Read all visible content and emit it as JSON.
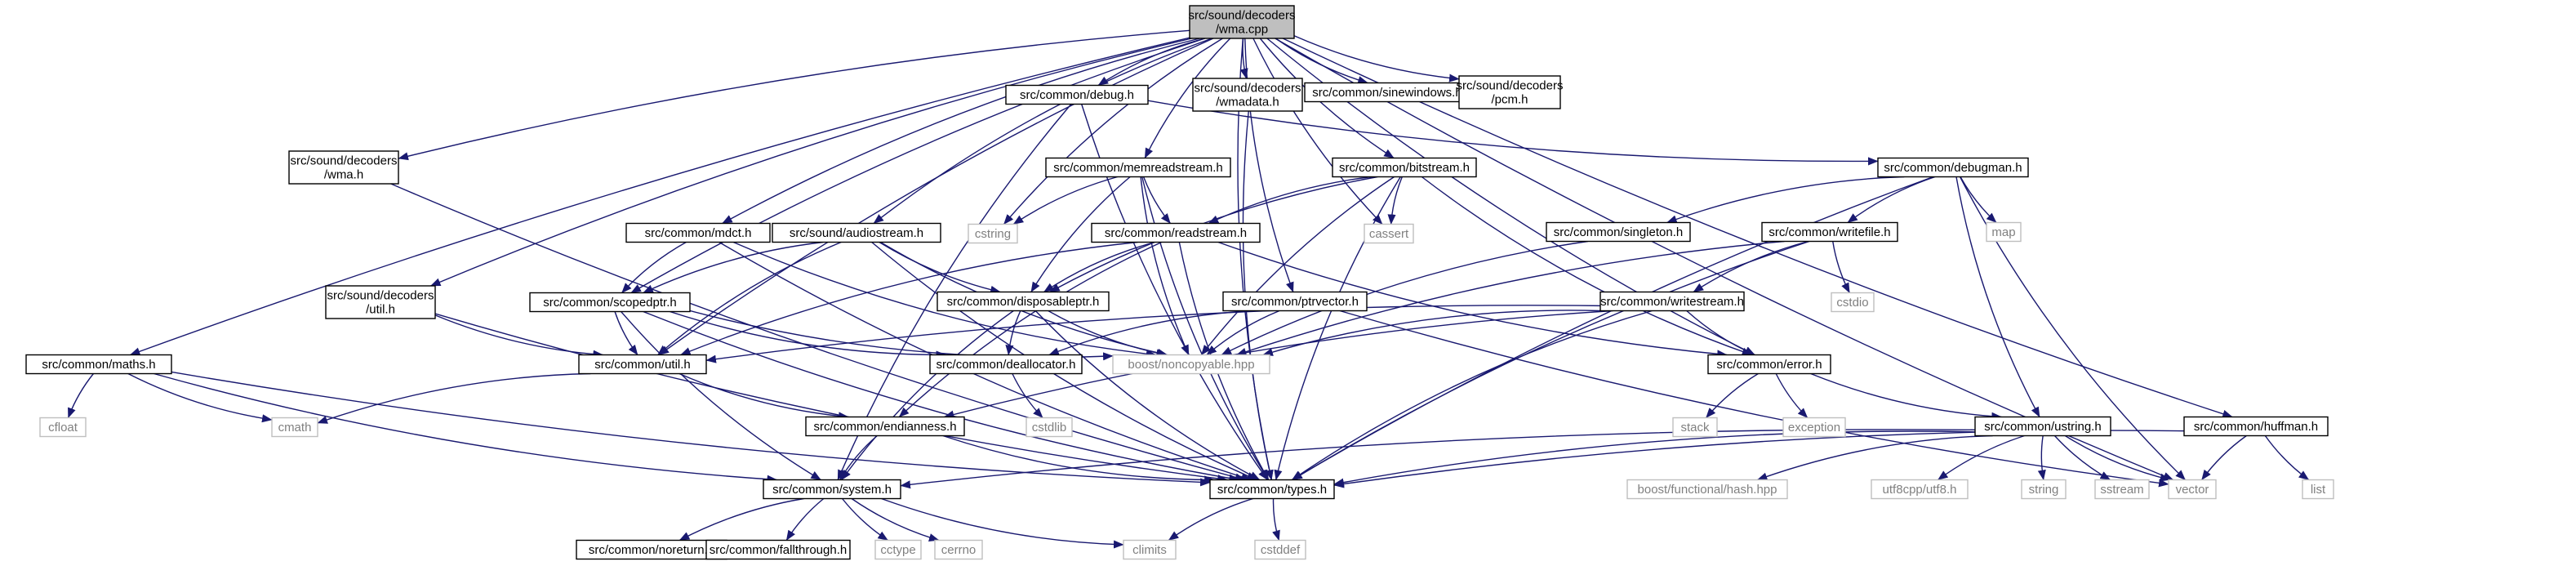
{
  "graph": {
    "root": "src/sound/decoders/wma.cpp",
    "colors": {
      "edge": "#191970",
      "node_border": "#000000",
      "system_border": "#bfbfbf",
      "system_text": "#808080",
      "root_fill": "#bfbfbf"
    },
    "nodes": [
      {
        "id": "root",
        "lines": [
          "src/sound/decoders",
          "/wma.cpp"
        ],
        "kind": "root"
      },
      {
        "id": "debug",
        "lines": [
          "src/common/debug.h"
        ],
        "kind": "local"
      },
      {
        "id": "wmadata",
        "lines": [
          "src/sound/decoders",
          "/wmadata.h"
        ],
        "kind": "local"
      },
      {
        "id": "sinewindows",
        "lines": [
          "src/common/sinewindows.h"
        ],
        "kind": "local"
      },
      {
        "id": "pcm",
        "lines": [
          "src/sound/decoders",
          "/pcm.h"
        ],
        "kind": "local"
      },
      {
        "id": "wmah",
        "lines": [
          "src/sound/decoders",
          "/wma.h"
        ],
        "kind": "local"
      },
      {
        "id": "memreadstream",
        "lines": [
          "src/common/memreadstream.h"
        ],
        "kind": "local"
      },
      {
        "id": "bitstream",
        "lines": [
          "src/common/bitstream.h"
        ],
        "kind": "local"
      },
      {
        "id": "debugman",
        "lines": [
          "src/common/debugman.h"
        ],
        "kind": "local"
      },
      {
        "id": "cstring",
        "lines": [
          "cstring"
        ],
        "kind": "system"
      },
      {
        "id": "cassert",
        "lines": [
          "cassert"
        ],
        "kind": "system"
      },
      {
        "id": "mdct",
        "lines": [
          "src/common/mdct.h"
        ],
        "kind": "local"
      },
      {
        "id": "audiostream",
        "lines": [
          "src/sound/audiostream.h"
        ],
        "kind": "local"
      },
      {
        "id": "readstream",
        "lines": [
          "src/common/readstream.h"
        ],
        "kind": "local"
      },
      {
        "id": "singleton",
        "lines": [
          "src/common/singleton.h"
        ],
        "kind": "local"
      },
      {
        "id": "writefile",
        "lines": [
          "src/common/writefile.h"
        ],
        "kind": "local"
      },
      {
        "id": "map",
        "lines": [
          "map"
        ],
        "kind": "system"
      },
      {
        "id": "utilh",
        "lines": [
          "src/sound/decoders",
          "/util.h"
        ],
        "kind": "local"
      },
      {
        "id": "scopedptr",
        "lines": [
          "src/common/scopedptr.h"
        ],
        "kind": "local"
      },
      {
        "id": "disposableptr",
        "lines": [
          "src/common/disposableptr.h"
        ],
        "kind": "local"
      },
      {
        "id": "ptrvector",
        "lines": [
          "src/common/ptrvector.h"
        ],
        "kind": "local"
      },
      {
        "id": "writestream",
        "lines": [
          "src/common/writestream.h"
        ],
        "kind": "local"
      },
      {
        "id": "cstdio",
        "lines": [
          "cstdio"
        ],
        "kind": "system"
      },
      {
        "id": "maths",
        "lines": [
          "src/common/maths.h"
        ],
        "kind": "local"
      },
      {
        "id": "util",
        "lines": [
          "src/common/util.h"
        ],
        "kind": "local"
      },
      {
        "id": "deallocator",
        "lines": [
          "src/common/deallocator.h"
        ],
        "kind": "local"
      },
      {
        "id": "noncopyable",
        "lines": [
          "boost/noncopyable.hpp"
        ],
        "kind": "system"
      },
      {
        "id": "error",
        "lines": [
          "src/common/error.h"
        ],
        "kind": "local"
      },
      {
        "id": "cfloat",
        "lines": [
          "cfloat"
        ],
        "kind": "system"
      },
      {
        "id": "cmath",
        "lines": [
          "cmath"
        ],
        "kind": "system"
      },
      {
        "id": "endianness",
        "lines": [
          "src/common/endianness.h"
        ],
        "kind": "local"
      },
      {
        "id": "cstdlib",
        "lines": [
          "cstdlib"
        ],
        "kind": "system"
      },
      {
        "id": "stack",
        "lines": [
          "stack"
        ],
        "kind": "system"
      },
      {
        "id": "exception",
        "lines": [
          "exception"
        ],
        "kind": "system"
      },
      {
        "id": "ustring",
        "lines": [
          "src/common/ustring.h"
        ],
        "kind": "local"
      },
      {
        "id": "huffman",
        "lines": [
          "src/common/huffman.h"
        ],
        "kind": "local"
      },
      {
        "id": "system",
        "lines": [
          "src/common/system.h"
        ],
        "kind": "local"
      },
      {
        "id": "types",
        "lines": [
          "src/common/types.h"
        ],
        "kind": "local"
      },
      {
        "id": "hash",
        "lines": [
          "boost/functional/hash.hpp"
        ],
        "kind": "system"
      },
      {
        "id": "utf8",
        "lines": [
          "utf8cpp/utf8.h"
        ],
        "kind": "system"
      },
      {
        "id": "string",
        "lines": [
          "string"
        ],
        "kind": "system"
      },
      {
        "id": "sstream",
        "lines": [
          "sstream"
        ],
        "kind": "system"
      },
      {
        "id": "vector",
        "lines": [
          "vector"
        ],
        "kind": "system"
      },
      {
        "id": "list",
        "lines": [
          "list"
        ],
        "kind": "system"
      },
      {
        "id": "noreturn",
        "lines": [
          "src/common/noreturn.h"
        ],
        "kind": "local"
      },
      {
        "id": "fallthrough",
        "lines": [
          "src/common/fallthrough.h"
        ],
        "kind": "local"
      },
      {
        "id": "cctype",
        "lines": [
          "cctype"
        ],
        "kind": "system"
      },
      {
        "id": "cerrno",
        "lines": [
          "cerrno"
        ],
        "kind": "system"
      },
      {
        "id": "climits",
        "lines": [
          "climits"
        ],
        "kind": "system"
      },
      {
        "id": "cstddef",
        "lines": [
          "cstddef"
        ],
        "kind": "system"
      }
    ],
    "edges": [
      [
        "root",
        "debug"
      ],
      [
        "root",
        "wmadata"
      ],
      [
        "root",
        "sinewindows"
      ],
      [
        "root",
        "pcm"
      ],
      [
        "root",
        "wmah"
      ],
      [
        "root",
        "memreadstream"
      ],
      [
        "root",
        "bitstream"
      ],
      [
        "root",
        "cstring"
      ],
      [
        "root",
        "cassert"
      ],
      [
        "root",
        "mdct"
      ],
      [
        "root",
        "audiostream"
      ],
      [
        "root",
        "utilh"
      ],
      [
        "root",
        "scopedptr"
      ],
      [
        "root",
        "ptrvector"
      ],
      [
        "root",
        "maths"
      ],
      [
        "root",
        "util"
      ],
      [
        "root",
        "error"
      ],
      [
        "root",
        "huffman"
      ],
      [
        "root",
        "types"
      ],
      [
        "root",
        "vector"
      ],
      [
        "debug",
        "debugman"
      ],
      [
        "debug",
        "system"
      ],
      [
        "debug",
        "types"
      ],
      [
        "wmadata",
        "types"
      ],
      [
        "wmah",
        "types"
      ],
      [
        "memreadstream",
        "cstring"
      ],
      [
        "memreadstream",
        "readstream"
      ],
      [
        "memreadstream",
        "disposableptr"
      ],
      [
        "memreadstream",
        "noncopyable"
      ],
      [
        "memreadstream",
        "types"
      ],
      [
        "bitstream",
        "cassert"
      ],
      [
        "bitstream",
        "readstream"
      ],
      [
        "bitstream",
        "disposableptr"
      ],
      [
        "bitstream",
        "noncopyable"
      ],
      [
        "bitstream",
        "error"
      ],
      [
        "bitstream",
        "types"
      ],
      [
        "debugman",
        "singleton"
      ],
      [
        "debugman",
        "writefile"
      ],
      [
        "debugman",
        "map"
      ],
      [
        "debugman",
        "ustring"
      ],
      [
        "debugman",
        "types"
      ],
      [
        "debugman",
        "vector"
      ],
      [
        "mdct",
        "scopedptr"
      ],
      [
        "mdct",
        "noncopyable"
      ],
      [
        "mdct",
        "types"
      ],
      [
        "audiostream",
        "scopedptr"
      ],
      [
        "audiostream",
        "disposableptr"
      ],
      [
        "audiostream",
        "util"
      ],
      [
        "audiostream",
        "noncopyable"
      ],
      [
        "audiostream",
        "types"
      ],
      [
        "readstream",
        "disposableptr"
      ],
      [
        "readstream",
        "util"
      ],
      [
        "readstream",
        "endianness"
      ],
      [
        "readstream",
        "error"
      ],
      [
        "readstream",
        "types"
      ],
      [
        "singleton",
        "noncopyable"
      ],
      [
        "writefile",
        "writestream"
      ],
      [
        "writefile",
        "cstdio"
      ],
      [
        "writefile",
        "noncopyable"
      ],
      [
        "writefile",
        "types"
      ],
      [
        "utilh",
        "util"
      ],
      [
        "utilh",
        "types"
      ],
      [
        "scopedptr",
        "util"
      ],
      [
        "scopedptr",
        "deallocator"
      ],
      [
        "scopedptr",
        "noncopyable"
      ],
      [
        "scopedptr",
        "system"
      ],
      [
        "scopedptr",
        "types"
      ],
      [
        "disposableptr",
        "deallocator"
      ],
      [
        "disposableptr",
        "noncopyable"
      ],
      [
        "disposableptr",
        "system"
      ],
      [
        "disposableptr",
        "types"
      ],
      [
        "ptrvector",
        "deallocator"
      ],
      [
        "ptrvector",
        "noncopyable"
      ],
      [
        "ptrvector",
        "vector"
      ],
      [
        "writestream",
        "util"
      ],
      [
        "writestream",
        "endianness"
      ],
      [
        "writestream",
        "error"
      ],
      [
        "writestream",
        "noncopyable"
      ],
      [
        "writestream",
        "types"
      ],
      [
        "maths",
        "cfloat"
      ],
      [
        "maths",
        "cmath"
      ],
      [
        "maths",
        "system"
      ],
      [
        "maths",
        "types"
      ],
      [
        "util",
        "cmath"
      ],
      [
        "util",
        "endianness"
      ],
      [
        "deallocator",
        "cstdlib"
      ],
      [
        "error",
        "stack"
      ],
      [
        "error",
        "exception"
      ],
      [
        "error",
        "ustring"
      ],
      [
        "endianness",
        "system"
      ],
      [
        "endianness",
        "types"
      ],
      [
        "ustring",
        "hash"
      ],
      [
        "ustring",
        "utf8"
      ],
      [
        "ustring",
        "string"
      ],
      [
        "ustring",
        "sstream"
      ],
      [
        "ustring",
        "vector"
      ],
      [
        "ustring",
        "system"
      ],
      [
        "ustring",
        "types"
      ],
      [
        "huffman",
        "vector"
      ],
      [
        "huffman",
        "list"
      ],
      [
        "huffman",
        "types"
      ],
      [
        "system",
        "noreturn"
      ],
      [
        "system",
        "fallthrough"
      ],
      [
        "system",
        "cctype"
      ],
      [
        "system",
        "cerrno"
      ],
      [
        "system",
        "climits"
      ],
      [
        "types",
        "climits"
      ],
      [
        "types",
        "cstddef"
      ]
    ]
  }
}
